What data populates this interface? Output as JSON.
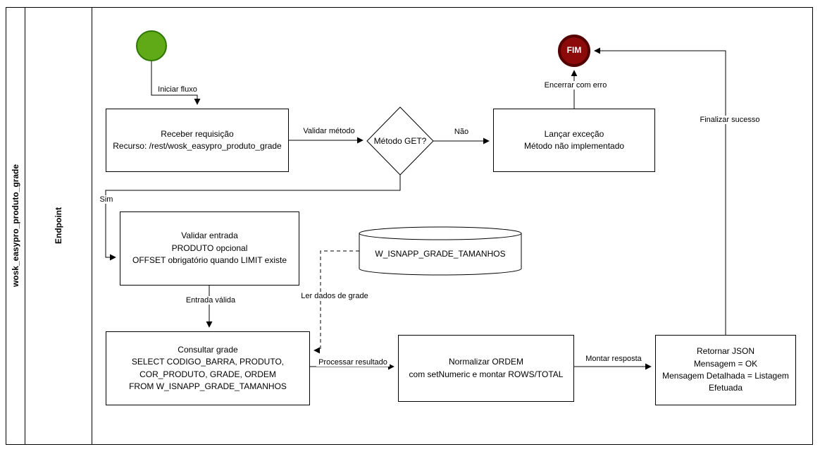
{
  "diagram": {
    "pool_label": "wosk_easypro_produto_grade",
    "lane_label": "Endpoint",
    "nodes": {
      "start": {
        "type": "start-event",
        "label": ""
      },
      "fim": {
        "type": "end-event",
        "label": "FIM"
      },
      "receber": {
        "type": "task",
        "label": "Receber requisição\nRecurso: /rest/wosk_easypro_produto_grade"
      },
      "metodo_get": {
        "type": "decision",
        "label": "Método GET?"
      },
      "lancar": {
        "type": "task",
        "label": "Lançar exceção\nMétodo não implementado"
      },
      "validar_entrada": {
        "type": "task",
        "label": "Validar entrada\nPRODUTO opcional\nOFFSET obrigatório quando LIMIT existe"
      },
      "consultar": {
        "type": "task",
        "label": "Consultar grade\nSELECT CODIGO_BARRA, PRODUTO,\nCOR_PRODUTO, GRADE, ORDEM\nFROM W_ISNAPP_GRADE_TAMANHOS"
      },
      "db": {
        "type": "datastore",
        "label": "W_ISNAPP_GRADE_TAMANHOS"
      },
      "normalizar": {
        "type": "task",
        "label": "Normalizar ORDEM\ncom setNumeric e montar ROWS/TOTAL"
      },
      "retornar": {
        "type": "task",
        "label": "Retornar JSON\nMensagem = OK\nMensagem Detalhada = Listagem\nEfetuada"
      }
    },
    "edge_labels": {
      "iniciar": "Iniciar fluxo",
      "validar_metodo": "Validar método",
      "nao": "Não",
      "encerrar": "Encerrar com erro",
      "sim": "Sim",
      "entrada_valida": "Entrada válida",
      "ler_dados": "Ler dados de grade",
      "processar": "Processar resultado",
      "montar": "Montar resposta",
      "finalizar": "Finalizar sucesso"
    },
    "colors": {
      "start_fill": "#60A917",
      "start_stroke": "#2D7600",
      "end_fill": "#8C0A0A",
      "end_stroke": "#550000",
      "shape_stroke": "#000000",
      "shape_fill": "#FFFFFF"
    }
  }
}
